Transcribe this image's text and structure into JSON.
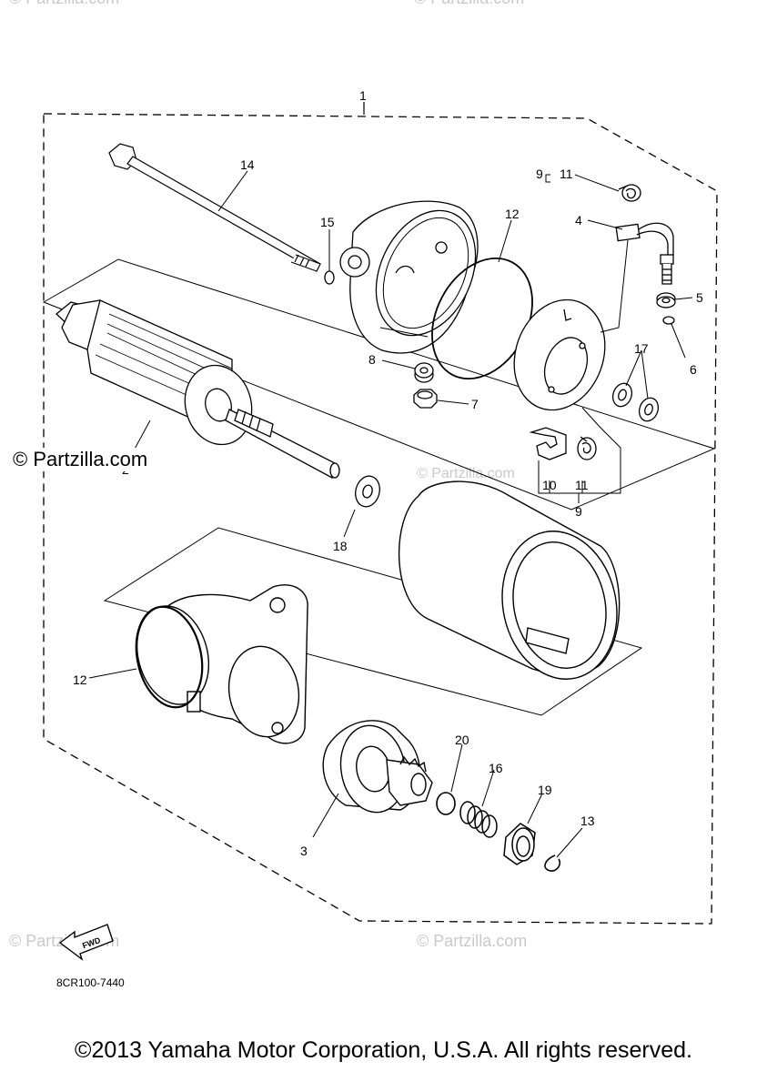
{
  "brand_watermark": "© Partzilla.com",
  "diagram_code": "8CR100-7440",
  "fwd_label": "FWD",
  "copyright": "©2013 Yamaha Motor Corporation, U.S.A. All rights reserved.",
  "callouts": {
    "c1": "1",
    "c2": "2",
    "c3": "3",
    "c4": "4",
    "c5": "5",
    "c6": "6",
    "c7": "7",
    "c8": "8",
    "c9a": "9",
    "c9b": "9",
    "c10": "10",
    "c11a": "11",
    "c11b": "11",
    "c12a": "12",
    "c12b": "12",
    "c13": "13",
    "c14": "14",
    "c15": "15",
    "c16": "16",
    "c17": "17",
    "c18": "18",
    "c19": "19",
    "c20": "20"
  }
}
